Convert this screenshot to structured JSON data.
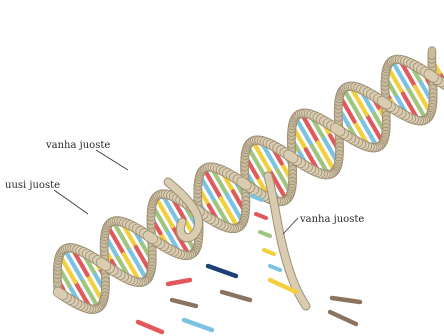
{
  "labels": {
    "old_strand_top": "vanha juoste",
    "new_strand": "uusi juoste",
    "old_strand_right": "vanha juoste"
  },
  "colors": {
    "backbone_fill": "#d9ccb0",
    "backbone_edge": "#9d8f74",
    "base_yellow": "#f2cf3c",
    "base_blue": "#7cc3e3",
    "base_red": "#e2585b",
    "base_green": "#9fc57f",
    "free_brown": "#8a7460",
    "free_navy": "#1f3f77"
  }
}
